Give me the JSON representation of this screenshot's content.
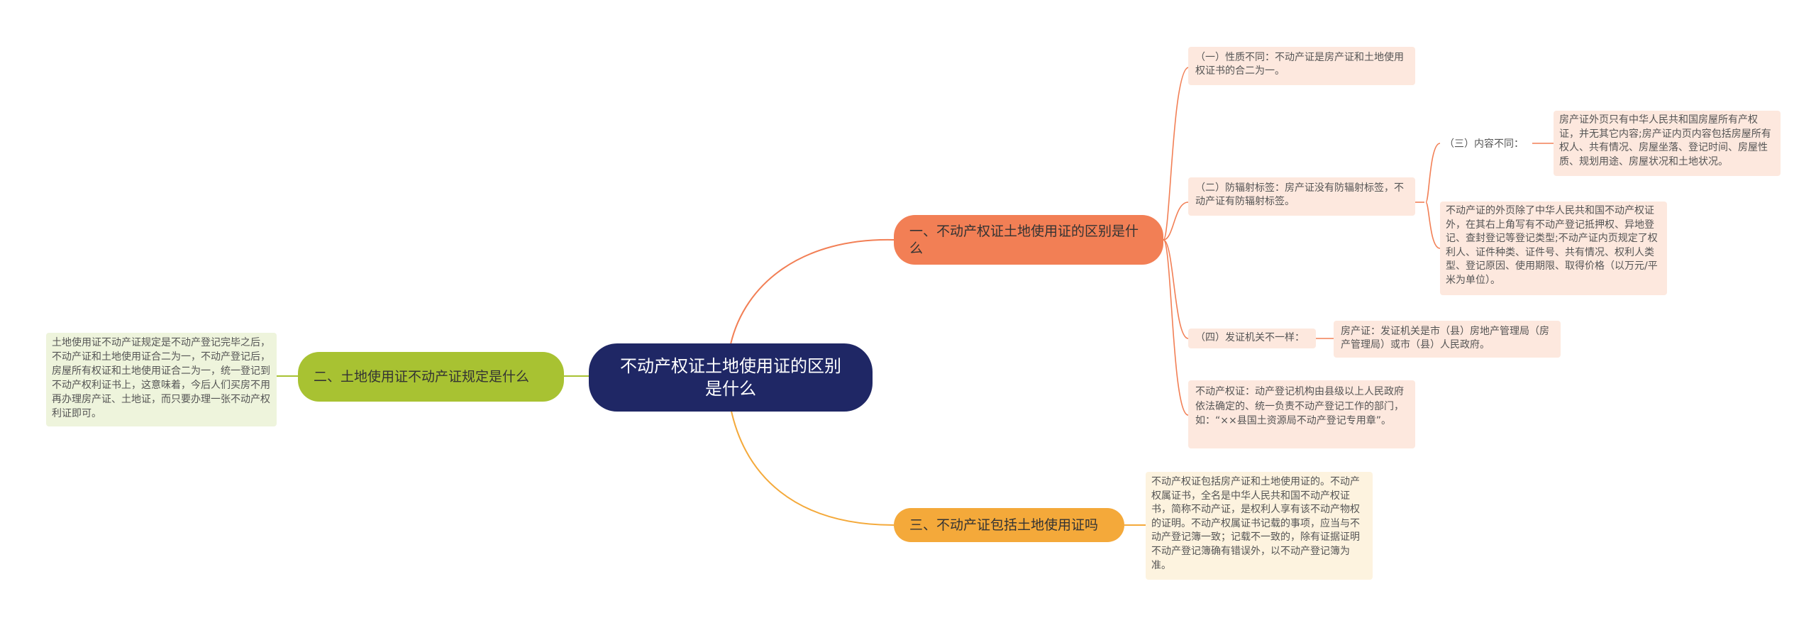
{
  "root": {
    "title": "不动产权证土地使用证的区别是什么"
  },
  "branches": {
    "b1": {
      "label": "一、不动产权证土地使用证的区别是什么",
      "color": "#f27f55",
      "children": {
        "c1": "（一）性质不同：不动产证是房产证和土地使用权证书的合二为一。",
        "c2": "（二）防辐射标签：房产证没有防辐射标签，不动产证有防辐射标签。",
        "c3": {
          "label": "（三）内容不同：",
          "d1": "房产证外页只有中华人民共和国房屋所有产权证，并无其它内容;房产证内页内容包括房屋所有权人、共有情况、房屋坐落、登记时间、房屋性质、规划用途、房屋状况和土地状况。",
          "d2": "不动产证的外页除了中华人民共和国不动产权证外，在其右上角写有不动产登记抵押权、异地登记、查封登记等登记类型;不动产证内页规定了权利人、证件种类、证件号、共有情况、权利人类型、登记原因、使用期限、取得价格（以万元/平米为单位）。"
        },
        "c4": {
          "label": "（四）发证机关不一样：",
          "d1": "房产证：发证机关是市（县）房地产管理局（房产管理局）或市（县）人民政府。"
        },
        "c5": "不动产权证：动产登记机构由县级以上人民政府依法确定的、统一负责不动产登记工作的部门，如：“××县国土资源局不动产登记专用章”。"
      }
    },
    "b2": {
      "label": "二、土地使用证不动产证规定是什么",
      "color": "#a8c232",
      "detail": "土地使用证不动产证规定是不动产登记完毕之后，不动产证和土地使用证合二为一，不动产登记后，房屋所有权证和土地使用证合二为一，统一登记到不动产权利证书上，这意味着，今后人们买房不用再办理房产证、土地证，而只要办理一张不动产权利证即可。"
    },
    "b3": {
      "label": "三、不动产证包括土地使用证吗",
      "color": "#f4a93a",
      "detail": "不动产权证包括房产证和土地使用证的。不动产权属证书，全名是中华人民共和国不动产权证书，简称不动产证，是权利人享有该不动产物权的证明。不动产权属证书记载的事项，应当与不动产登记簿一致；记载不一致的，除有证据证明不动产登记簿确有错误外，以不动产登记簿为准。"
    }
  }
}
